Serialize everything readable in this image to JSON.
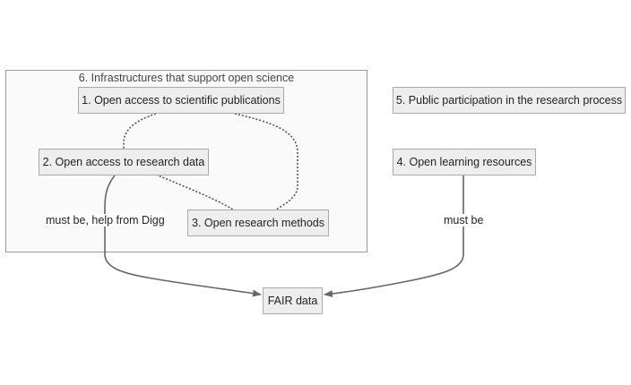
{
  "cluster": {
    "title": "6. Infrastructures that support open science"
  },
  "nodes": {
    "n1": "1. Open access to scientific publications",
    "n2": "2. Open access to research data",
    "n3": "3. Open research methods",
    "n4": "4. Open learning resources",
    "n5": "5. Public participation in the research process",
    "fair": "FAIR data"
  },
  "edges": [
    {
      "from": "2. Open access to research data",
      "to": "FAIR data",
      "label": "must be, help from Digg",
      "style": "solid"
    },
    {
      "from": "4. Open learning resources",
      "to": "FAIR data",
      "label": "must be",
      "style": "solid"
    },
    {
      "from": "1. Open access to scientific publications",
      "to": "2. Open access to research data",
      "label": "",
      "style": "dotted"
    },
    {
      "from": "1. Open access to scientific publications",
      "to": "3. Open research methods",
      "label": "",
      "style": "dotted"
    },
    {
      "from": "2. Open access to research data",
      "to": "3. Open research methods",
      "label": "",
      "style": "dotted"
    }
  ],
  "colors": {
    "node_fill": "#eeeeee",
    "node_border": "#aaaaaa",
    "cluster_fill": "#fafafa",
    "edge": "#666666"
  }
}
